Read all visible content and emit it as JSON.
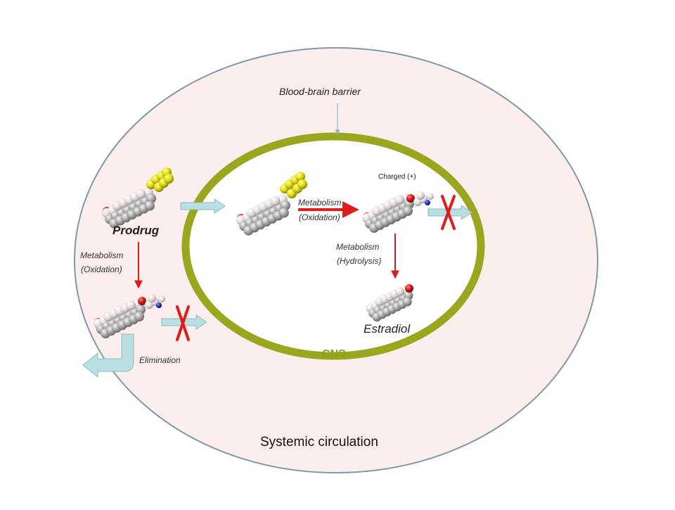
{
  "diagram": {
    "outer_label": "Systemic circulation",
    "inner_label": "CNS",
    "barrier_label": "Blood-brain barrier",
    "prodrug_label": "Prodrug",
    "left_metabolism": "Metabolism",
    "left_oxidation": "(Oxidation)",
    "elimination_label": "Elimination",
    "cns_metabolism_ox": "Metabolism",
    "cns_oxidation": "(Oxidation)",
    "charged_label": "Charged (+)",
    "cns_metabolism_hyd": "Metabolism",
    "cns_hydrolysis": "(Hydrolysis)",
    "estradiol_label": "Estradiol"
  },
  "colors": {
    "outer_fill": "#fdeeee",
    "outer_stroke": "#7f99a8",
    "cns_ring": "#9aa61e",
    "cns_text": "#8fa01f",
    "flow_arrow": "#b9dfe3",
    "red": "#e01b1b",
    "atom_gray": "#a9a9a9",
    "atom_white": "#e6e6e6",
    "atom_red": "#cc1f1f",
    "atom_yellow": "#e7e21c",
    "atom_blue": "#1f2ad6"
  }
}
